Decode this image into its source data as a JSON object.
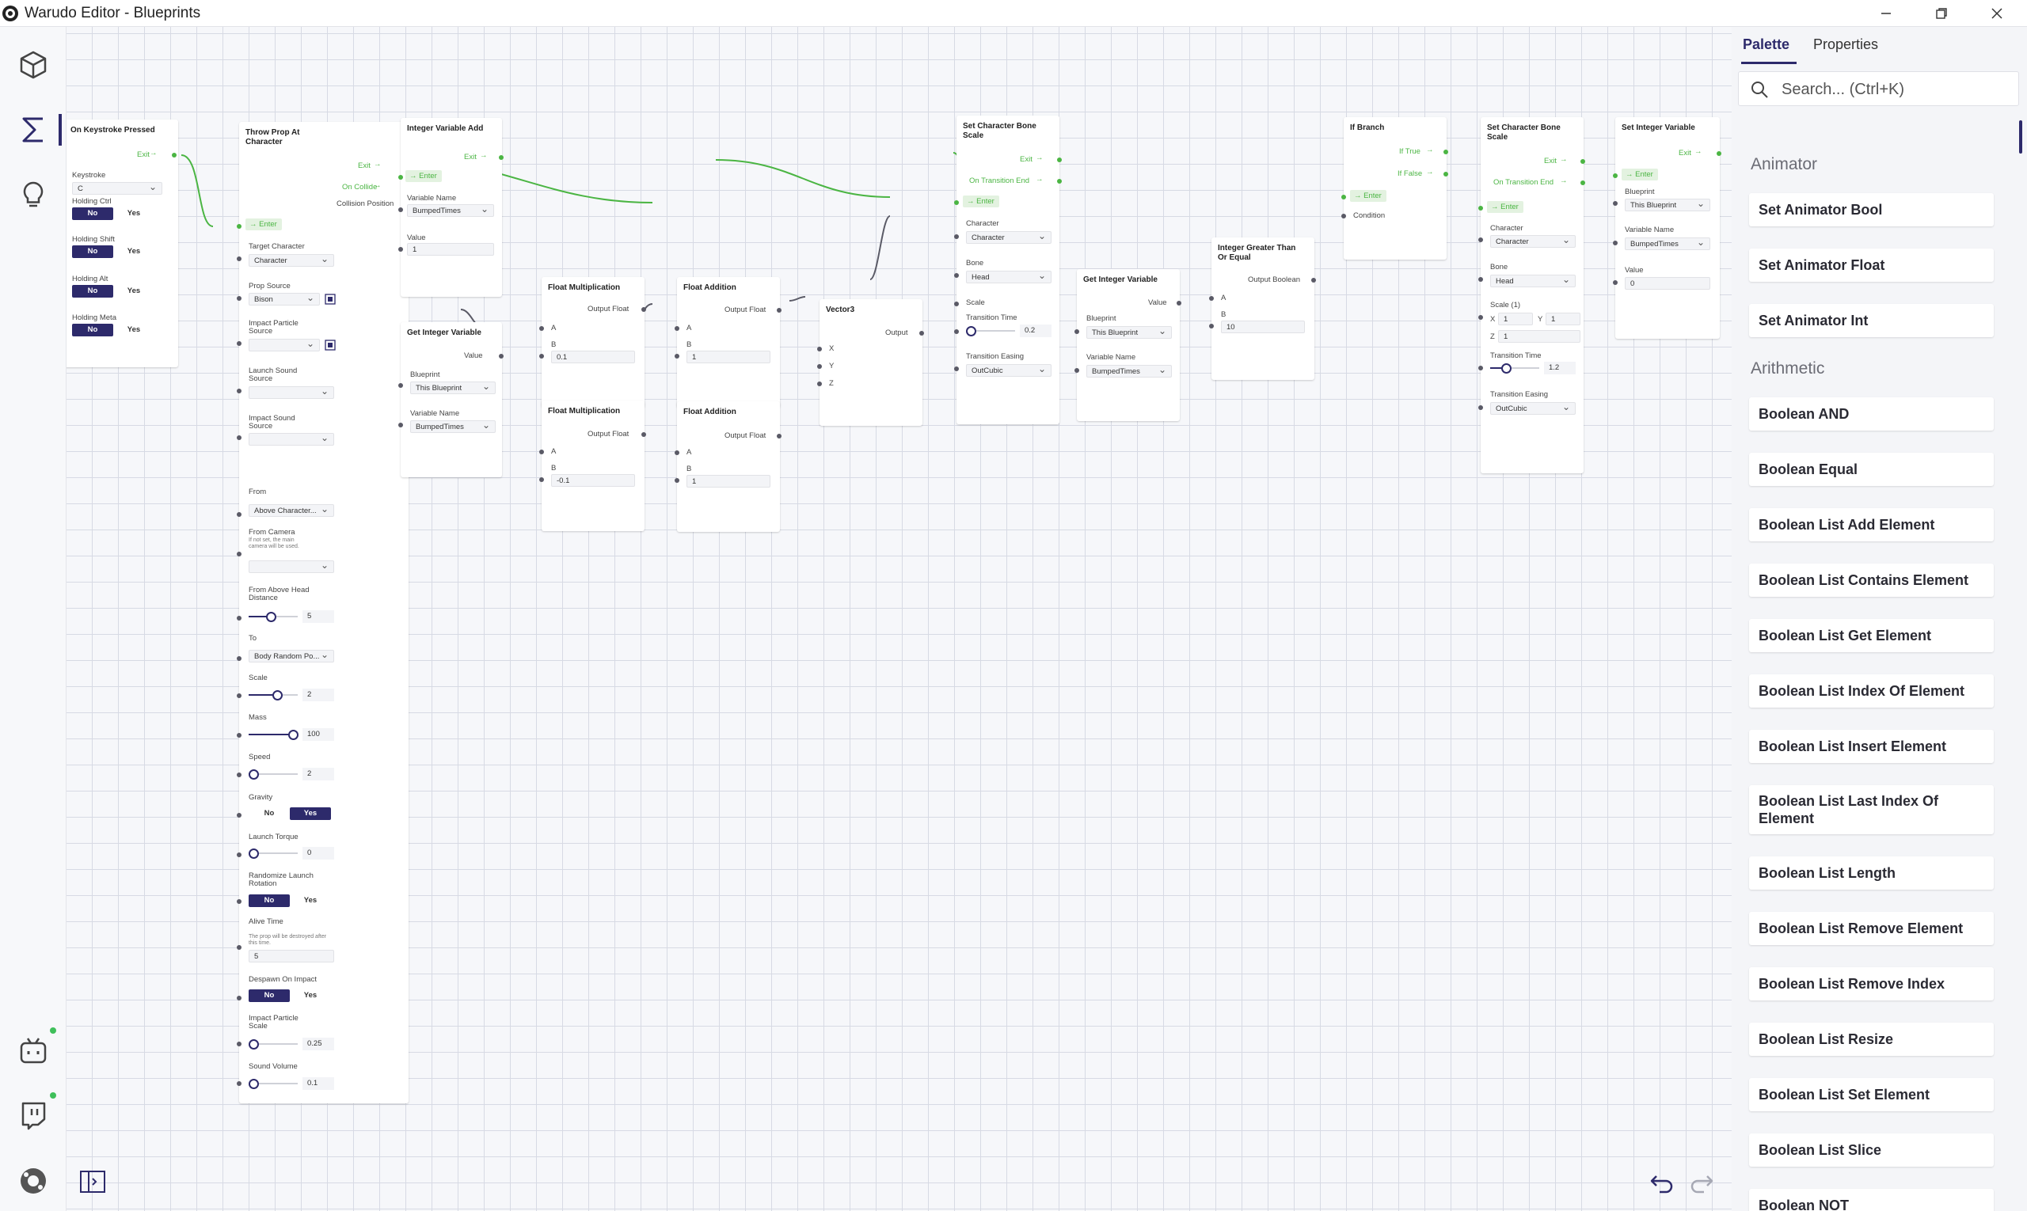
{
  "window": {
    "title": "Warudo Editor - Blueprints"
  },
  "sidebar": {
    "items": [
      "scene-icon",
      "blueprint-icon",
      "hint-icon",
      "bilibili-icon",
      "twitch-icon",
      "community-icon"
    ]
  },
  "nodes": {
    "keystroke": {
      "title": "On Keystroke Pressed",
      "exit": "Exit",
      "keystroke_label": "Keystroke",
      "keystroke_value": "C",
      "ctrl": "Holding Ctrl",
      "shift": "Holding Shift",
      "alt": "Holding Alt",
      "meta": "Holding Meta",
      "no": "No",
      "yes": "Yes"
    },
    "throw": {
      "title": "Throw Prop At Character",
      "exit": "Exit",
      "on_collide": "On Collide",
      "collision": "Collision Position",
      "enter": "Enter",
      "target_label": "Target Character",
      "target_value": "Character",
      "prop_label": "Prop Source",
      "prop_value": "Bison",
      "particle_label": "Impact Particle Source",
      "launch_sound_label": "Launch Sound Source",
      "impact_sound_label": "Impact Sound Source",
      "from_label": "From",
      "from_value": "Above Character...",
      "camera_label": "From Camera",
      "camera_note": "If not set, the main camera will be used.",
      "head_label": "From Above Head Distance",
      "head_value": "5",
      "to_label": "To",
      "to_value": "Body Random Po...",
      "scale_label": "Scale",
      "scale_value": "2",
      "mass_label": "Mass",
      "mass_value": "100",
      "speed_label": "Speed",
      "speed_value": "2",
      "gravity_label": "Gravity",
      "torque_label": "Launch Torque",
      "torque_value": "0",
      "randomize_label": "Randomize Launch Rotation",
      "alive_label": "Alive Time",
      "alive_note": "The prop will be destroyed after this time.",
      "alive_value": "5",
      "despawn_label": "Despawn On Impact",
      "particle_scale_label": "Impact Particle Scale",
      "particle_scale_value": "0.25",
      "volume_label": "Sound Volume",
      "volume_value": "0.1",
      "no": "No",
      "yes": "Yes"
    },
    "intadd": {
      "title": "Integer Variable Add",
      "exit": "Exit",
      "enter": "Enter",
      "varname_label": "Variable Name",
      "varname_value": "BumpedTimes",
      "value_label": "Value",
      "value_value": "1"
    },
    "getint1": {
      "title": "Get Integer Variable",
      "value": "Value",
      "blueprint_label": "Blueprint",
      "blueprint_value": "This Blueprint",
      "varname_label": "Variable Name",
      "varname_value": "BumpedTimes"
    },
    "fmul1": {
      "title": "Float Multiplication",
      "out": "Output Float",
      "a": "A",
      "b": "B",
      "b_value": "0.1"
    },
    "fmul2": {
      "title": "Float Multiplication",
      "out": "Output Float",
      "a": "A",
      "b": "B",
      "b_value": "-0.1"
    },
    "fadd1": {
      "title": "Float Addition",
      "out": "Output Float",
      "a": "A",
      "b": "B",
      "b_value": "1"
    },
    "fadd2": {
      "title": "Float Addition",
      "out": "Output Float",
      "a": "A",
      "b": "B",
      "b_value": "1"
    },
    "vec3": {
      "title": "Vector3",
      "out": "Output",
      "x": "X",
      "y": "Y",
      "z": "Z"
    },
    "bone1": {
      "title": "Set Character Bone Scale",
      "exit": "Exit",
      "transition_end": "On Transition End",
      "enter": "Enter",
      "character_label": "Character",
      "character_value": "Character",
      "bone_label": "Bone",
      "bone_value": "Head",
      "scale_label": "Scale",
      "time_label": "Transition Time",
      "time_value": "0.2",
      "easing_label": "Transition Easing",
      "easing_value": "OutCubic"
    },
    "getint2": {
      "title": "Get Integer Variable",
      "value": "Value",
      "blueprint_label": "Blueprint",
      "blueprint_value": "This Blueprint",
      "varname_label": "Variable Name",
      "varname_value": "BumpedTimes"
    },
    "gte": {
      "title": "Integer Greater Than Or Equal",
      "out": "Output Boolean",
      "a": "A",
      "b": "B",
      "b_value": "10"
    },
    "ifbranch": {
      "title": "If Branch",
      "if_true": "If True",
      "if_false": "If False",
      "enter": "Enter",
      "condition": "Condition"
    },
    "bone2": {
      "title": "Set Character Bone Scale",
      "exit": "Exit",
      "transition_end": "On Transition End",
      "enter": "Enter",
      "character_label": "Character",
      "character_value": "Character",
      "bone_label": "Bone",
      "bone_value": "Head",
      "scale_label": "Scale (1)",
      "x_label": "X",
      "x_value": "1",
      "y_label": "Y",
      "y_value": "1",
      "z_label": "Z",
      "z_value": "1",
      "time_label": "Transition Time",
      "time_value": "1.2",
      "easing_label": "Transition Easing",
      "easing_value": "OutCubic"
    },
    "setint": {
      "title": "Set Integer Variable",
      "exit": "Exit",
      "enter": "Enter",
      "blueprint_label": "Blueprint",
      "blueprint_value": "This Blueprint",
      "varname_label": "Variable Name",
      "varname_value": "BumpedTimes",
      "value_label": "Value",
      "value_value": "0"
    }
  },
  "panel": {
    "tabs": [
      "Palette",
      "Properties"
    ],
    "search_placeholder": "Search... (Ctrl+K)",
    "categories": [
      {
        "name": "Animator",
        "items": [
          "Set Animator Bool",
          "Set Animator Float",
          "Set Animator Int"
        ]
      },
      {
        "name": "Arithmetic",
        "items": [
          "Boolean AND",
          "Boolean Equal",
          "Boolean List Add Element",
          "Boolean List Contains Element",
          "Boolean List Get Element",
          "Boolean List Index Of Element",
          "Boolean List Insert Element",
          "Boolean List Last Index Of Element",
          "Boolean List Length",
          "Boolean List Remove Element",
          "Boolean List Remove Index",
          "Boolean List Resize",
          "Boolean List Set Element",
          "Boolean List Slice",
          "Boolean NOT"
        ]
      }
    ]
  },
  "colors": {
    "accent": "#2d2a6b",
    "flow": "#4bb543",
    "wire": "#5a5a66"
  }
}
